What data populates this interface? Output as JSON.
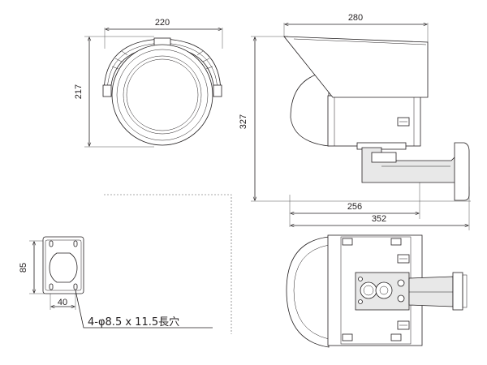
{
  "dimensions": {
    "front_width": "220",
    "front_height": "217",
    "side_top_width": "280",
    "side_height": "327",
    "side_bracket_width": "256",
    "overall_length": "352",
    "plate_height": "85",
    "plate_hole_pitch": "40"
  },
  "hole_note": "4-φ8.5 x 11.5長穴",
  "colors": {
    "line": "#231f20",
    "fill": "#e8e8e8"
  }
}
